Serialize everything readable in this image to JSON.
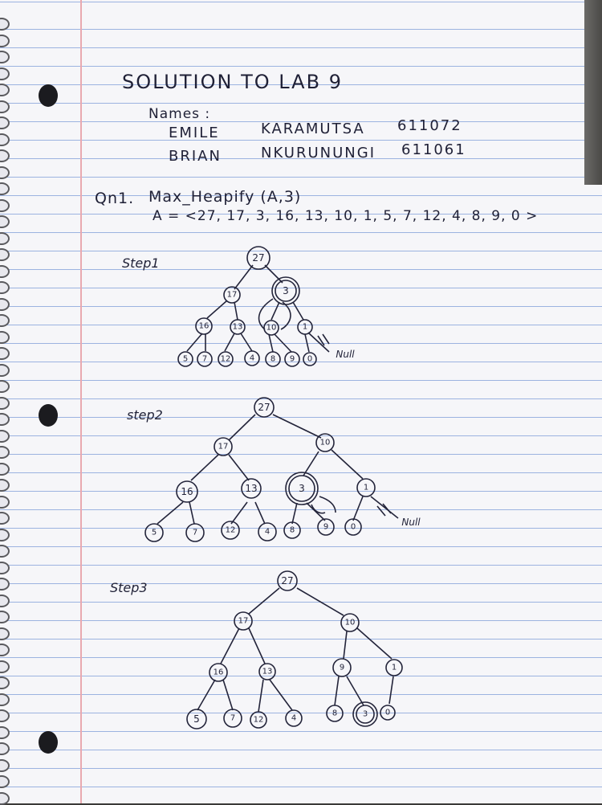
{
  "title": "SOLUTION TO LAB 9",
  "names_label": "Names :",
  "members": [
    {
      "first": "EMILE",
      "last": "KARAMUTSA",
      "id": "611072"
    },
    {
      "first": "BRIAN",
      "last": "NKURUNUNGI",
      "id": "611061"
    }
  ],
  "question": {
    "label": "Qn1.",
    "call": "Max_Heapify (A,3)",
    "array": "A = <27, 17, 3, 16, 13, 10, 1, 5, 7, 12, 4, 8, 9, 0 >"
  },
  "steps": [
    {
      "label": "Step1",
      "null_label": "Null",
      "nodes": [
        {
          "id": "n1",
          "v": "27"
        },
        {
          "id": "n2",
          "v": "17"
        },
        {
          "id": "n3",
          "v": "3"
        },
        {
          "id": "n4",
          "v": "16"
        },
        {
          "id": "n5",
          "v": "13"
        },
        {
          "id": "n6",
          "v": "10"
        },
        {
          "id": "n7",
          "v": "1"
        },
        {
          "id": "n8",
          "v": "5"
        },
        {
          "id": "n9",
          "v": "7"
        },
        {
          "id": "n10",
          "v": "12"
        },
        {
          "id": "n11",
          "v": "4"
        },
        {
          "id": "n12",
          "v": "8"
        },
        {
          "id": "n13",
          "v": "9"
        },
        {
          "id": "n14",
          "v": "0"
        }
      ]
    },
    {
      "label": "step2",
      "null_label": "Null",
      "nodes": [
        {
          "id": "n1",
          "v": "27"
        },
        {
          "id": "n2",
          "v": "17"
        },
        {
          "id": "n3",
          "v": "10"
        },
        {
          "id": "n4",
          "v": "16"
        },
        {
          "id": "n5",
          "v": "13"
        },
        {
          "id": "n6",
          "v": "3"
        },
        {
          "id": "n7",
          "v": "1"
        },
        {
          "id": "n8",
          "v": "5"
        },
        {
          "id": "n9",
          "v": "7"
        },
        {
          "id": "n10",
          "v": "12"
        },
        {
          "id": "n11",
          "v": "4"
        },
        {
          "id": "n12",
          "v": "8"
        },
        {
          "id": "n13",
          "v": "9"
        },
        {
          "id": "n14",
          "v": "0"
        }
      ]
    },
    {
      "label": "Step3",
      "nodes": [
        {
          "id": "n1",
          "v": "27"
        },
        {
          "id": "n2",
          "v": "17"
        },
        {
          "id": "n3",
          "v": "10"
        },
        {
          "id": "n4",
          "v": "16"
        },
        {
          "id": "n5",
          "v": "13"
        },
        {
          "id": "n6",
          "v": "9"
        },
        {
          "id": "n7",
          "v": "1"
        },
        {
          "id": "n8",
          "v": "5"
        },
        {
          "id": "n9",
          "v": "7"
        },
        {
          "id": "n10",
          "v": "12"
        },
        {
          "id": "n11",
          "v": "4"
        },
        {
          "id": "n12",
          "v": "8"
        },
        {
          "id": "n13",
          "v": "3"
        },
        {
          "id": "n14",
          "v": "0"
        }
      ]
    }
  ]
}
